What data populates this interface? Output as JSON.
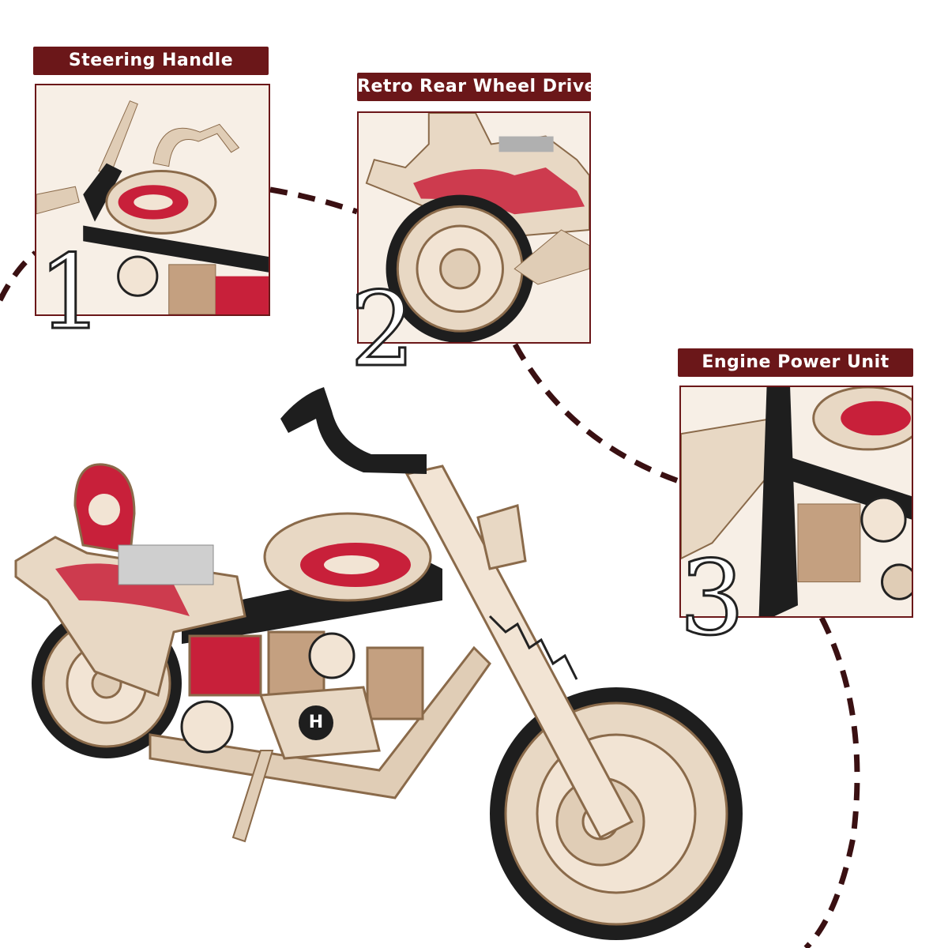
{
  "callouts": [
    {
      "label": "Steering Handle",
      "number": "1"
    },
    {
      "label": "Retro Rear Wheel Drive",
      "number": "2"
    },
    {
      "label": "Engine Power Unit",
      "number": "3"
    }
  ],
  "main_image": {
    "engine_badge": "H",
    "description_icon": "wooden-motorcycle-model"
  },
  "colors": {
    "label_bg": "#6b1719",
    "wood": "#e8d8c4",
    "wood_dark": "#b89a78",
    "red": "#c8203a",
    "black": "#1e1e1e",
    "dash": "#3a1012"
  }
}
